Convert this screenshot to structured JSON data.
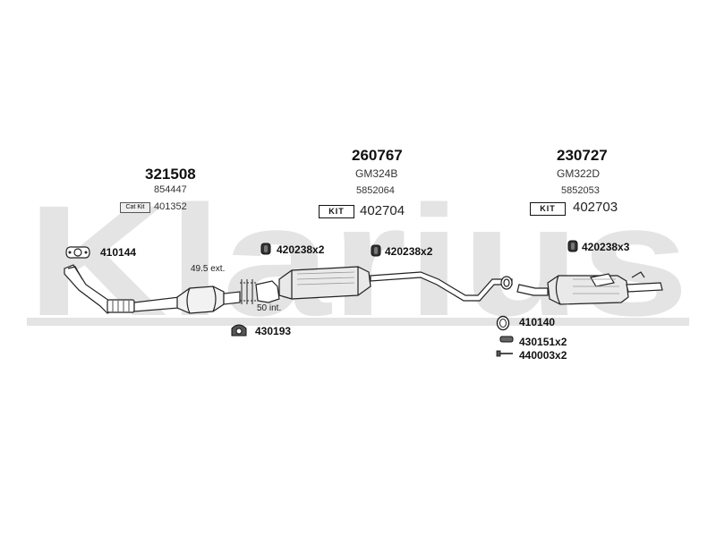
{
  "watermark": "Klarius",
  "assemblies": [
    {
      "id": "front",
      "number": "321508",
      "ref": "854447",
      "kit_label": "Cat Kit",
      "kit_number": "401352"
    },
    {
      "id": "middle",
      "number": "260767",
      "model": "GM324B",
      "ref": "5852064",
      "kit_label": "KIT",
      "kit_number": "402704"
    },
    {
      "id": "rear",
      "number": "230727",
      "model": "GM322D",
      "ref": "5852053",
      "kit_label": "KIT",
      "kit_number": "402703"
    }
  ],
  "parts": {
    "flange_gasket": "410144",
    "clamp_a": "420238x2",
    "clamp_b": "420238x2",
    "clamp_c": "420238x3",
    "rubber_mount": "430193",
    "ring_gasket": "410140",
    "mount_b": "430151x2",
    "bolt": "440003x2"
  },
  "annotations": {
    "ext": "49.5 ext.",
    "int": "50 int."
  }
}
